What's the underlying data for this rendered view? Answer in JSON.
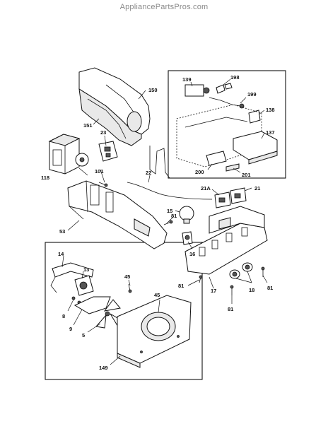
{
  "watermark": "AppliancePartsPros.com",
  "callouts": {
    "c150": "150",
    "c151": "151",
    "c23": "23",
    "c118": "118",
    "c101": "101",
    "c22": "22",
    "c53": "53",
    "c81a": "81",
    "c15": "15",
    "c16": "16",
    "c21a": "21A",
    "c21": "21",
    "c139": "139",
    "c198": "198",
    "c199": "199",
    "c138": "138",
    "c137": "137",
    "c200": "200",
    "c201": "201",
    "c14": "14",
    "c13": "13",
    "c45a": "45",
    "c45b": "45",
    "c8": "8",
    "c9": "9",
    "c5": "5",
    "c149": "149",
    "c81b": "81",
    "c81c": "81",
    "c81d": "81",
    "c17": "17",
    "c18": "18"
  }
}
